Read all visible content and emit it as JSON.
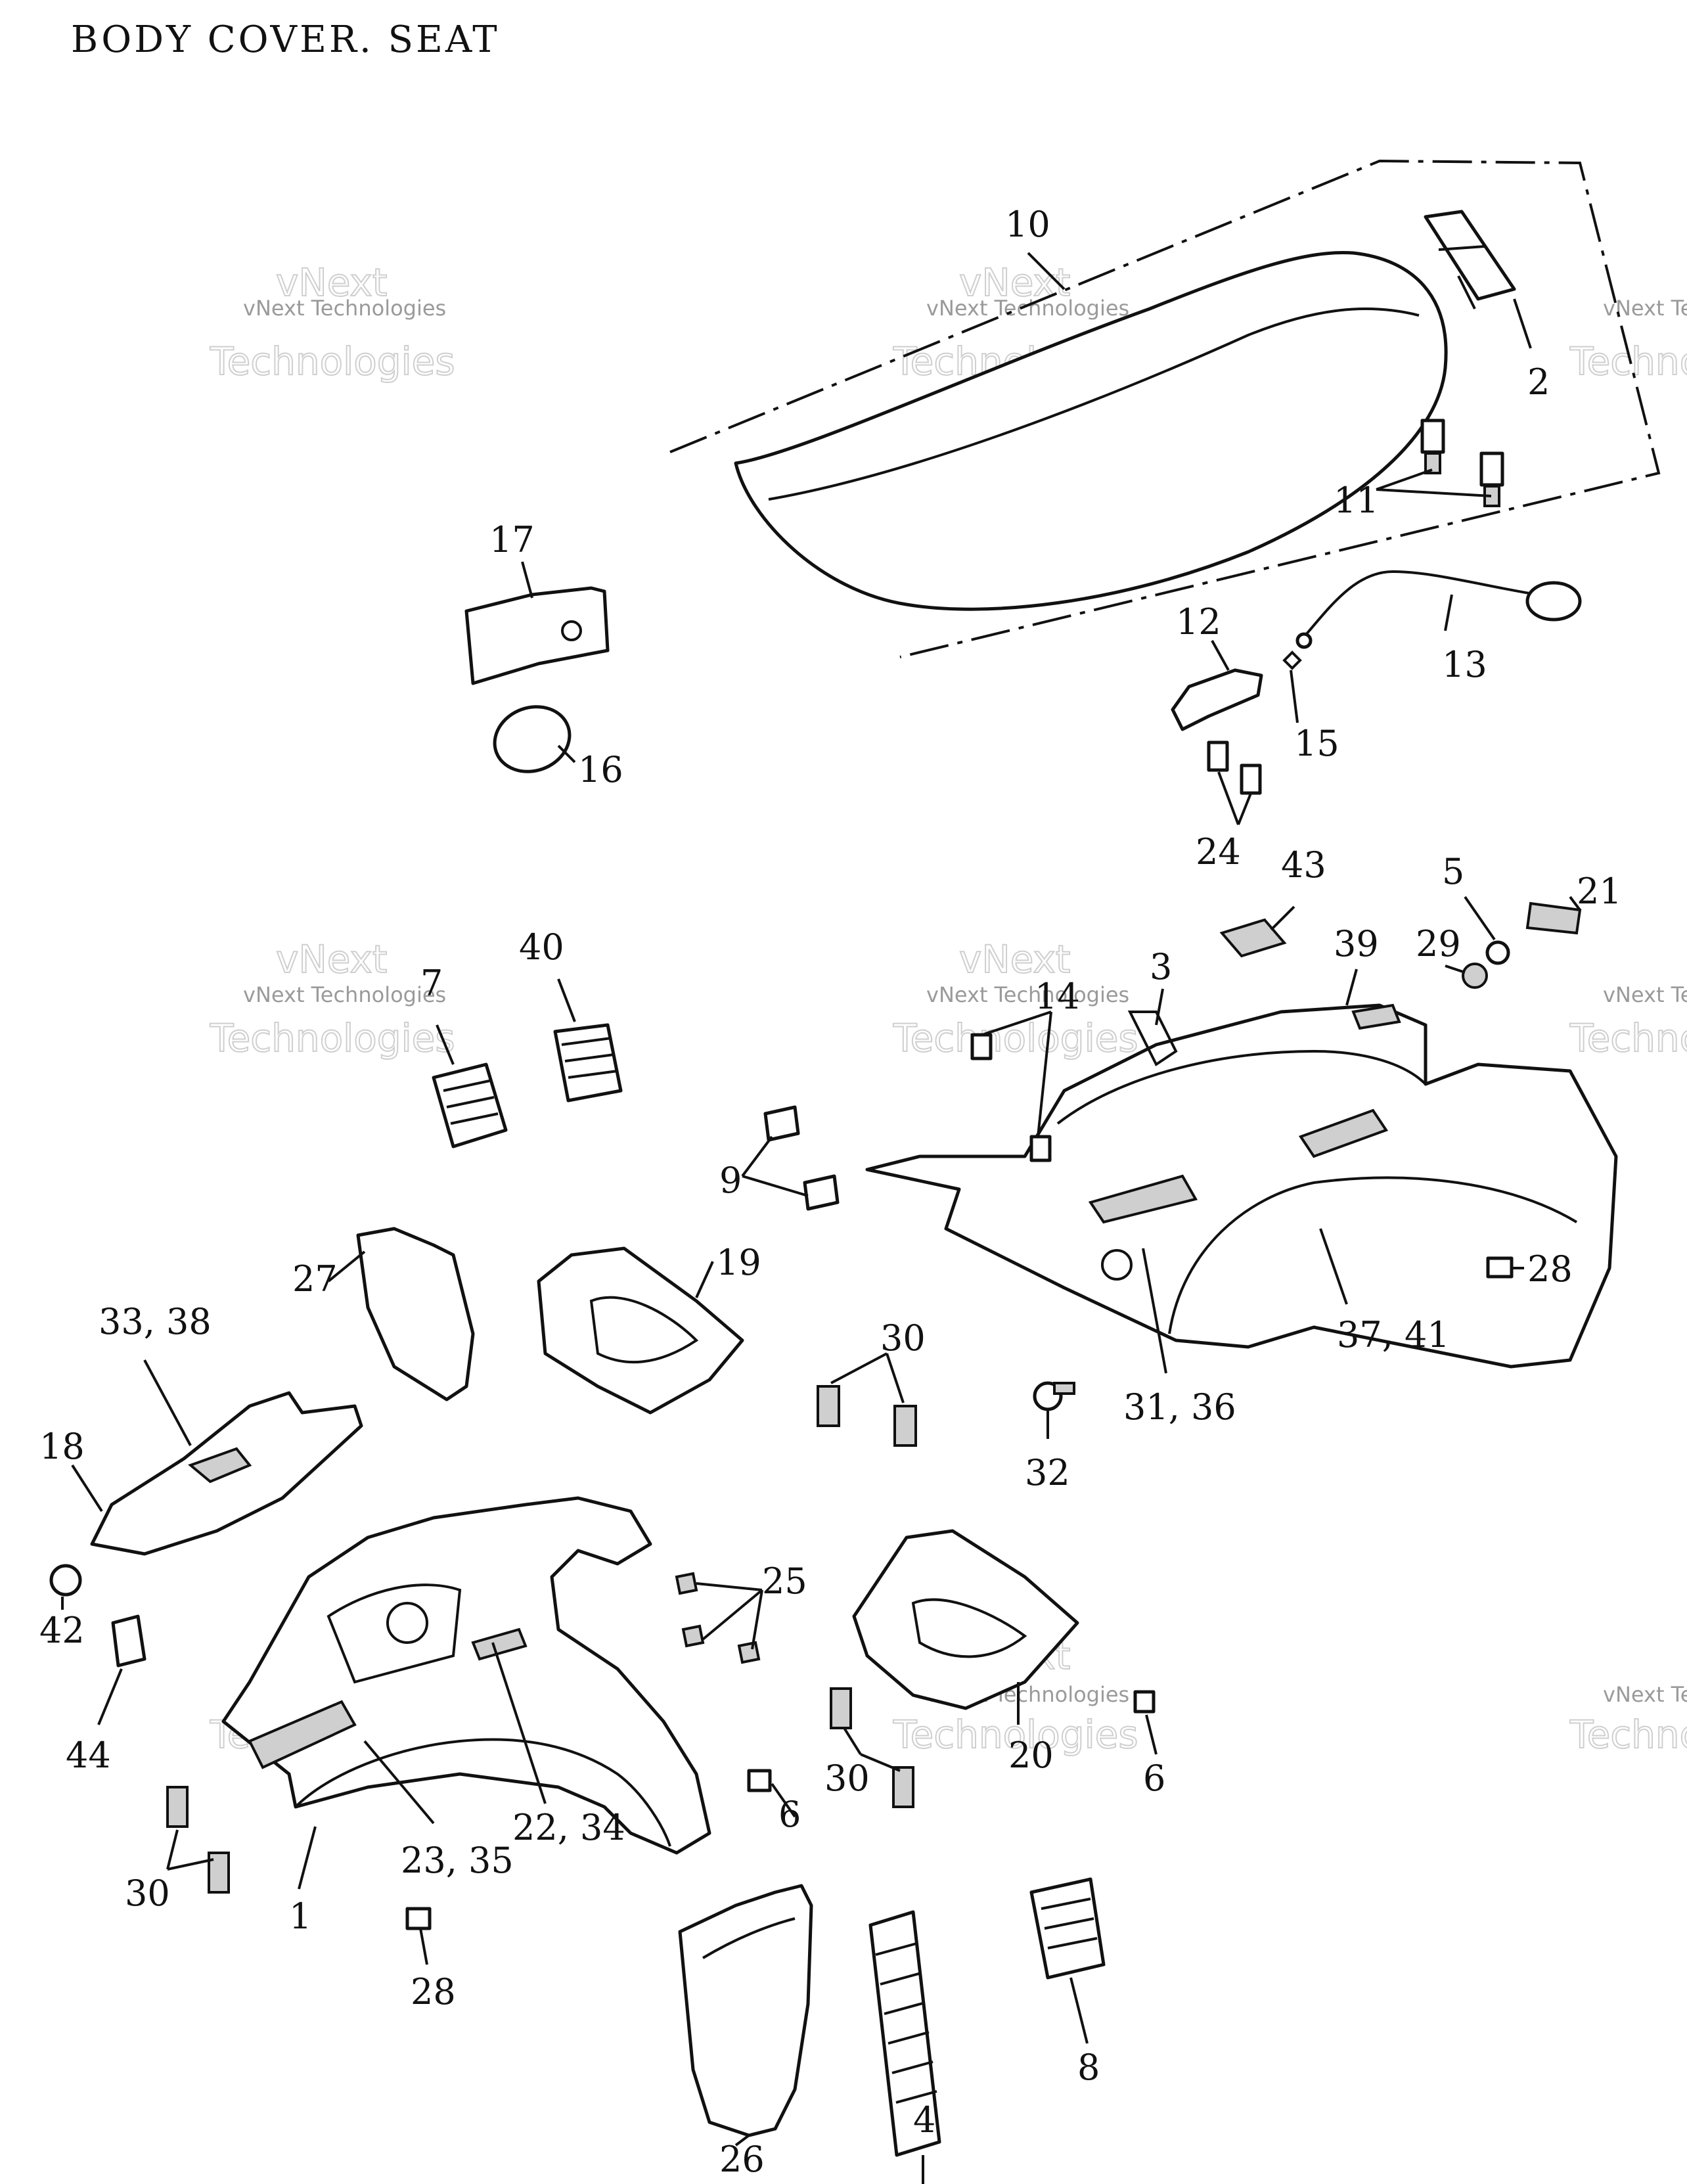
{
  "title": "BODY COVER. SEAT",
  "watermark": {
    "line1": "vNext Technologies",
    "line2": "Technologies",
    "line3": "vNext"
  },
  "callouts": {
    "c1": "1",
    "c2": "2",
    "c3": "3",
    "c4": "4",
    "c5": "5",
    "c6a": "6",
    "c6b": "6",
    "c7": "7",
    "c8": "8",
    "c9": "9",
    "c10": "10",
    "c11": "11",
    "c12": "12",
    "c13": "13",
    "c14": "14",
    "c15": "15",
    "c16": "16",
    "c17": "17",
    "c18": "18",
    "c19": "19",
    "c20": "20",
    "c21": "21",
    "c22_34": "22, 34",
    "c23_35": "23, 35",
    "c24": "24",
    "c25": "25",
    "c26": "26",
    "c27": "27",
    "c28a": "28",
    "c28b": "28",
    "c29": "29",
    "c30a": "30",
    "c30b": "30",
    "c30c": "30",
    "c31_36": "31, 36",
    "c32": "32",
    "c33_38": "33, 38",
    "c37_41": "37, 41",
    "c39": "39",
    "c40": "40",
    "c42": "42",
    "c43": "43",
    "c44": "44"
  }
}
